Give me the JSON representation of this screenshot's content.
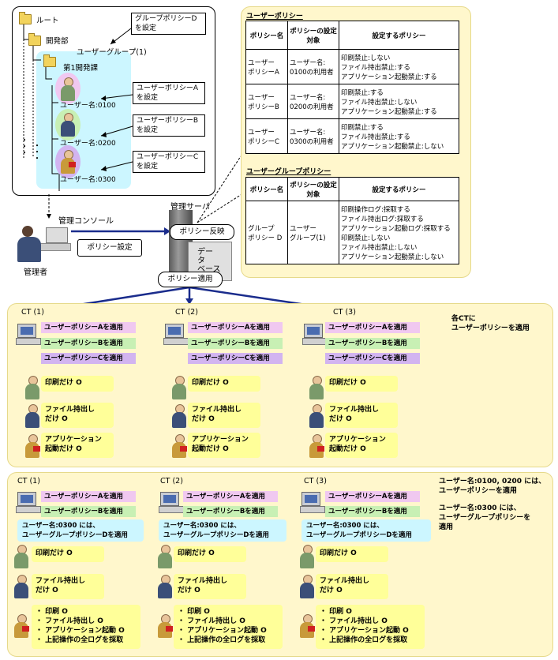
{
  "tree": {
    "root": "ルート",
    "dept": "開発部",
    "usergroup": "ユーザーグループ(1)",
    "section": "第1開発課",
    "users": [
      "ユーザー名:0100",
      "ユーザー名:0200",
      "ユーザー名:0300"
    ],
    "callouts": {
      "groupD": [
        "グループポリシーD",
        "を設定"
      ],
      "userA": [
        "ユーザーポリシーA",
        "を設定"
      ],
      "userB": [
        "ユーザーポリシーB",
        "を設定"
      ],
      "userC": [
        "ユーザーポリシーC",
        "を設定"
      ]
    }
  },
  "admin": {
    "console_label": "管理コンソール",
    "admin_label": "管理者",
    "policy_setting": "ポリシー設定",
    "server_label": "管理サーバ",
    "policy_reflect": "ポリシー反映",
    "database_label": [
      "デー",
      "タ",
      "ベース"
    ],
    "policy_apply": "ポリシー適用"
  },
  "user_policy_table": {
    "title": "ユーザーポリシー",
    "headers": [
      "ポリシー名",
      "ポリシーの設定対象",
      "設定するポリシー"
    ],
    "rows": [
      {
        "name": [
          "ユーザー",
          "ポリシーA"
        ],
        "target": [
          "ユーザー名:",
          "0100の利用者"
        ],
        "policies": [
          "印刷禁止:しない",
          "ファイル持出禁止:する",
          "アプリケーション起動禁止:する"
        ]
      },
      {
        "name": [
          "ユーザー",
          "ポリシーB"
        ],
        "target": [
          "ユーザー名:",
          "0200の利用者"
        ],
        "policies": [
          "印刷禁止:する",
          "ファイル持出禁止:しない",
          "アプリケーション起動禁止:する"
        ]
      },
      {
        "name": [
          "ユーザー",
          "ポリシーC"
        ],
        "target": [
          "ユーザー名:",
          "0300の利用者"
        ],
        "policies": [
          "印刷禁止:する",
          "ファイル持出禁止:する",
          "アプリケーション起動禁止:しない"
        ]
      }
    ]
  },
  "group_policy_table": {
    "title": "ユーザーグループポリシー",
    "headers": [
      "ポリシー名",
      "ポリシーの設定対象",
      "設定するポリシー"
    ],
    "row": {
      "name": [
        "グループ",
        "ポリシー D"
      ],
      "target": [
        "ユーザー",
        "グループ(1)"
      ],
      "policies": [
        "印刷操作ログ:採取する",
        "ファイル持出ログ:採取する",
        "アプリケーション起動ログ:採取する",
        "印刷禁止:しない",
        "ファイル持出禁止:しない",
        "アプリケーション起動禁止:しない"
      ]
    }
  },
  "panel1": {
    "note": [
      "各CTに",
      "ユーザーポリシーを適用"
    ],
    "cts": [
      "CT (1)",
      "CT (2)",
      "CT (3)"
    ],
    "bars": [
      "ユーザーポリシーAを適用",
      "ユーザーポリシーBを適用",
      "ユーザーポリシーCを適用"
    ],
    "results": {
      "print": [
        "印刷だけ O"
      ],
      "file": [
        "ファイル持出し",
        "だけ O"
      ],
      "app": [
        "アプリケーション",
        "起動だけ O"
      ]
    }
  },
  "panel2": {
    "note": [
      "ユーザー名:0100, 0200 には、",
      "ユーザーポリシーを適用",
      "ユーザー名:0300 には、",
      "ユーザーグループポリシーを",
      "適用"
    ],
    "cts": [
      "CT (1)",
      "CT (2)",
      "CT (3)"
    ],
    "bars": [
      "ユーザーポリシーAを適用",
      "ユーザーポリシーBを適用"
    ],
    "group_note": [
      "ユーザー名:0300 には、",
      "ユーザーグループポリシーDを適用"
    ],
    "results": {
      "print": [
        "印刷だけ O"
      ],
      "file": [
        "ファイル持出し",
        "だけ O"
      ],
      "all": [
        "・ 印刷 O",
        "・ ファイル持出し O",
        "・ アプリケーション起動 O",
        "・ 上記操作の全ログを採取"
      ]
    }
  }
}
